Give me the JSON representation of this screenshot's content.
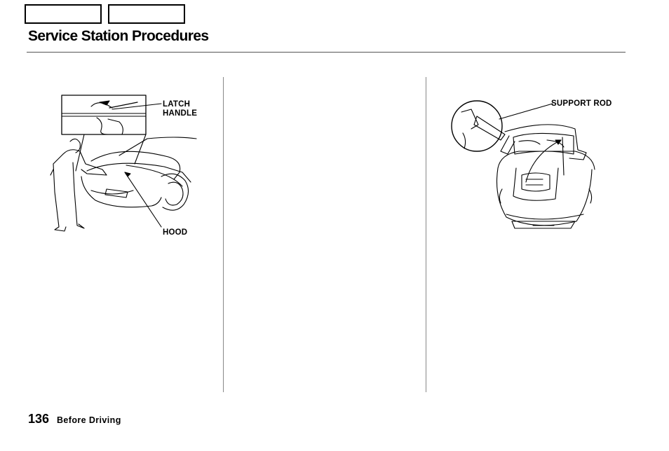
{
  "header": {
    "nav_buttons": [
      "",
      ""
    ],
    "title": "Service Station Procedures"
  },
  "figures": {
    "hood_release": {
      "latch_label_line1": "LATCH",
      "latch_label_line2": "HANDLE",
      "hood_label": "HOOD"
    },
    "support_rod": {
      "support_label": "SUPPORT ROD"
    }
  },
  "footer": {
    "page_number": "136",
    "section": "Before Driving"
  }
}
